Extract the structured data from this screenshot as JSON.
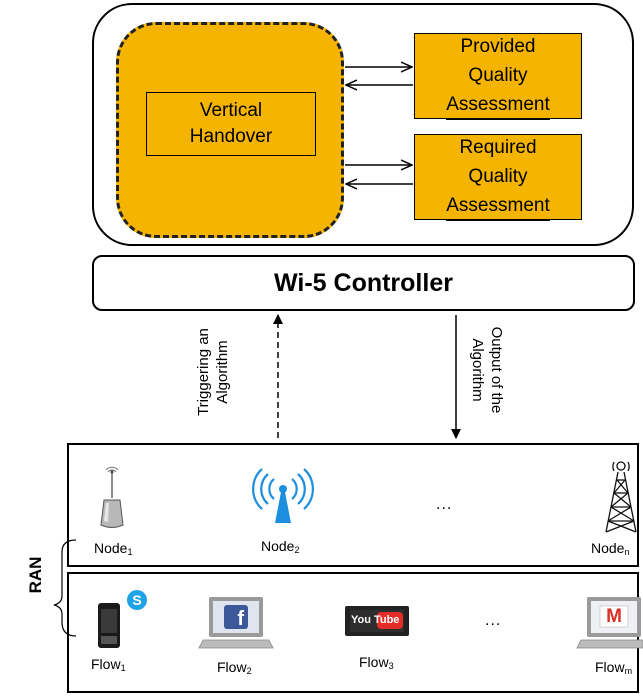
{
  "handover": {
    "line1": "Vertical",
    "line2": "Handover"
  },
  "provided_qa": {
    "line1": "Provided",
    "line2": "Quality",
    "line3": "Assessment"
  },
  "required_qa": {
    "line1": "Required",
    "line2": "Quality",
    "line3": "Assessment"
  },
  "controller": {
    "title": "Wi-5 Controller"
  },
  "arrows": {
    "trigger": {
      "line1": "Triggering an",
      "line2": "Algorithm"
    },
    "output": {
      "line1": "Output of the",
      "line2": "Algorithm"
    }
  },
  "ran": {
    "label": "RAN"
  },
  "nodes": {
    "node1": {
      "name": "Node",
      "sub": "1"
    },
    "node2": {
      "name": "Node",
      "sub": "2"
    },
    "noden": {
      "name": "Node",
      "sub": "n"
    },
    "ellipsis": "..."
  },
  "flows": {
    "flow1": {
      "name": "Flow",
      "sub": "1"
    },
    "flow2": {
      "name": "Flow",
      "sub": "2"
    },
    "flow3": {
      "name": "Flow",
      "sub": "3"
    },
    "flowm": {
      "name": "Flow",
      "sub": "m"
    },
    "ellipsis": "..."
  },
  "logos": {
    "facebook": "f",
    "youtube_you": "You",
    "youtube_tube": "Tube",
    "gmail": "M",
    "skype": "S"
  },
  "colors": {
    "accent": "#f5b400",
    "stroke": "#000000",
    "wifi_blue": "#1e8fe0"
  }
}
